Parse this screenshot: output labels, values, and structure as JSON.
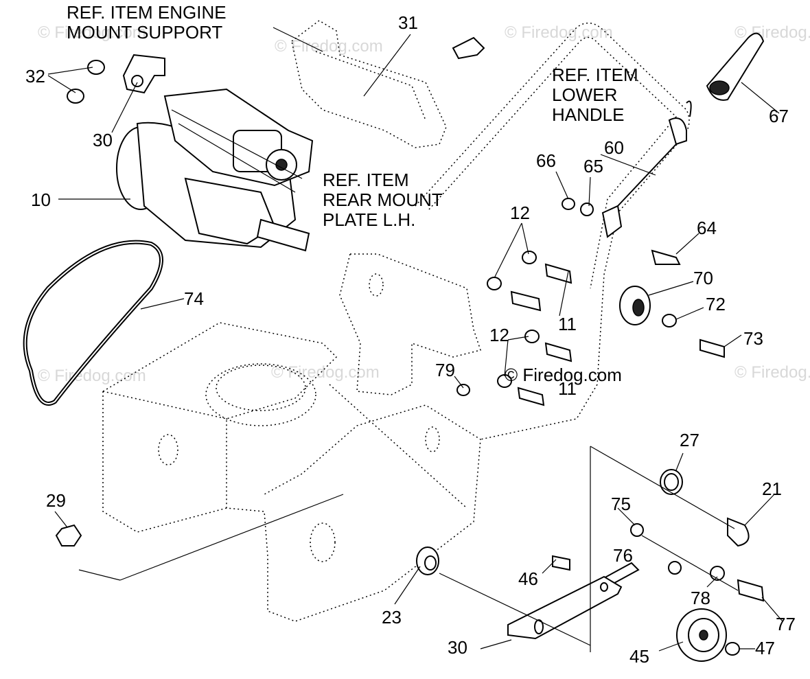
{
  "watermark": "© Firedog.com",
  "copyright": "© Firedog.com",
  "ref_items": [
    {
      "line1": "REF. ITEM ENGINE",
      "line2": "MOUNT SUPPORT"
    },
    {
      "line1": "REF. ITEM",
      "line2": "LOWER",
      "line3": "HANDLE"
    },
    {
      "line1": "REF. ITEM",
      "line2": "REAR MOUNT",
      "line3": "PLATE L.H."
    }
  ],
  "part_labels": [
    "31",
    "32",
    "30",
    "10",
    "74",
    "67",
    "60",
    "66",
    "65",
    "64",
    "12",
    "11",
    "70",
    "72",
    "73",
    "12",
    "11",
    "79",
    "27",
    "21",
    "29",
    "75",
    "76",
    "46",
    "78",
    "77",
    "23",
    "45",
    "47",
    "30"
  ]
}
